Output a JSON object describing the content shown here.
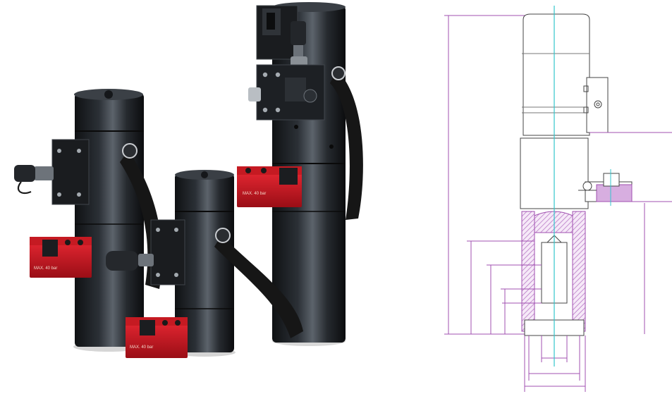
{
  "photo": {
    "tensioners": [
      {
        "name": "large-tensioner",
        "label_text": "MAX. 40 bar"
      },
      {
        "name": "small-tensioner",
        "label_text": "MAX. 40 bar"
      },
      {
        "name": "tall-tensioner",
        "label_text": "MAX. 40 bar"
      }
    ]
  },
  "colors": {
    "body": "#1c1f22",
    "body_highlight": "#5a6068",
    "bracket_red": "#c8141e",
    "strap": "#161616",
    "drawing_line": "#a050b0",
    "centerline": "#33c6cc",
    "hatch": "#b06cc0"
  }
}
